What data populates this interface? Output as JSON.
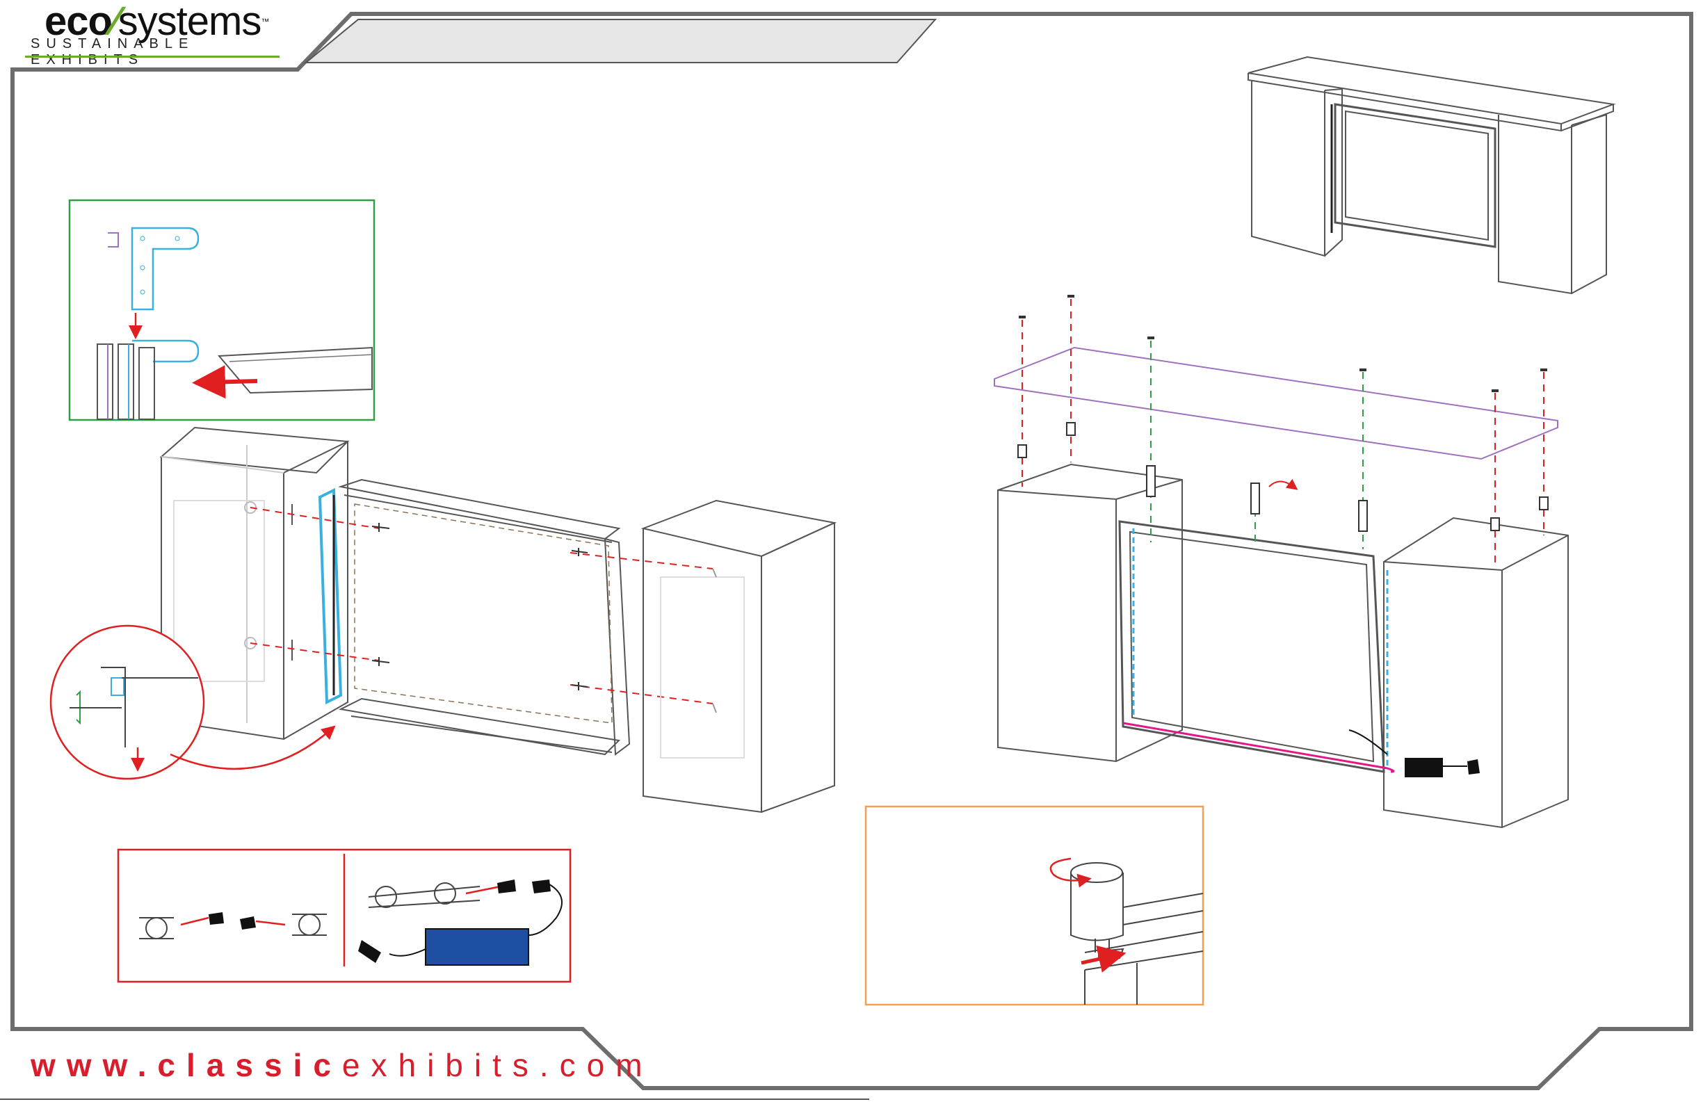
{
  "brand": {
    "logo_part1": "eco",
    "logo_part2": "systems",
    "trademark": "™",
    "tagline": "SUSTAINABLE EXHIBITS"
  },
  "footer": {
    "url_prefix": "www.",
    "url_bold": "classic",
    "url_light": "exhibits.com"
  },
  "colors": {
    "brand_green": "#6aaa2c",
    "url_red": "#d81e2c",
    "frame_gray": "#6d6d6d",
    "callout_green": "#2ea043",
    "callout_red": "#e02020",
    "callout_orange": "#f0a050",
    "power_supply_blue": "#1f4fa0",
    "led_blue": "#3ab0e0",
    "cable_magenta": "#e0188c"
  },
  "icons": [
    "leaf-icon",
    "rotate-arrow-icon",
    "power-supply-icon",
    "plug-icon",
    "connector-icon",
    "screw-icon"
  ]
}
